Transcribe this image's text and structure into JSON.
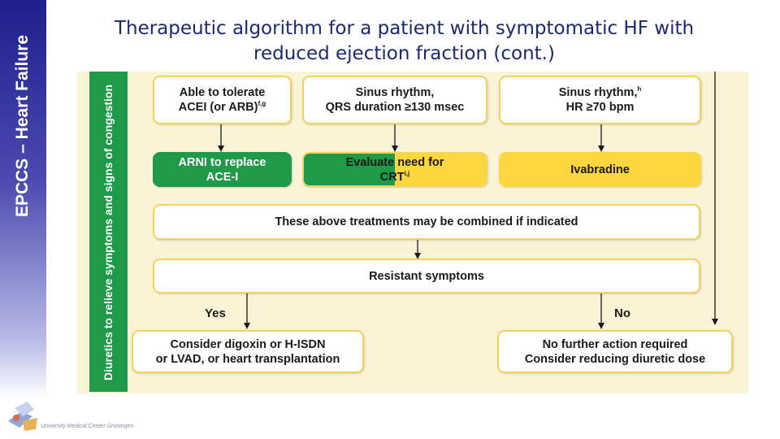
{
  "sidebar": {
    "label": "EPCCS – Heart Failure"
  },
  "title": "Therapeutic algorithm for a patient with symptomatic HF with reduced ejection fraction (cont.)",
  "logo": {
    "text": "University Medical Center Groningen"
  },
  "diagram": {
    "vertical_label": "Diuretics to relieve symptoms and signs of congestion",
    "box_acei": {
      "text": "Able to tolerate\nACEI (or ARB)",
      "sup": "f,g"
    },
    "box_sinus_qrs": {
      "text": "Sinus rhythm,\nQRS duration ≥130 msec"
    },
    "box_sinus_hr": {
      "line1": "Sinus rhythm,",
      "sup": "h",
      "line2": "HR ≥70 bpm"
    },
    "box_arni": {
      "text": "ARNI to replace\nACE-I"
    },
    "box_crt": {
      "line1": "Evaluate need for",
      "line2": "CRT",
      "sup": "i,j"
    },
    "box_ivabradine": {
      "text": "Ivabradine"
    },
    "box_combined": {
      "text": "These above treatments may be combined if indicated"
    },
    "box_resistant": {
      "text": "Resistant symptoms"
    },
    "label_yes": "Yes",
    "label_no": "No",
    "box_digoxin": {
      "text": "Consider digoxin or H-ISDN\nor LVAD, or heart transplantation"
    },
    "box_no_action": {
      "text": "No further action required\nConsider reducing diuretic dose"
    }
  }
}
